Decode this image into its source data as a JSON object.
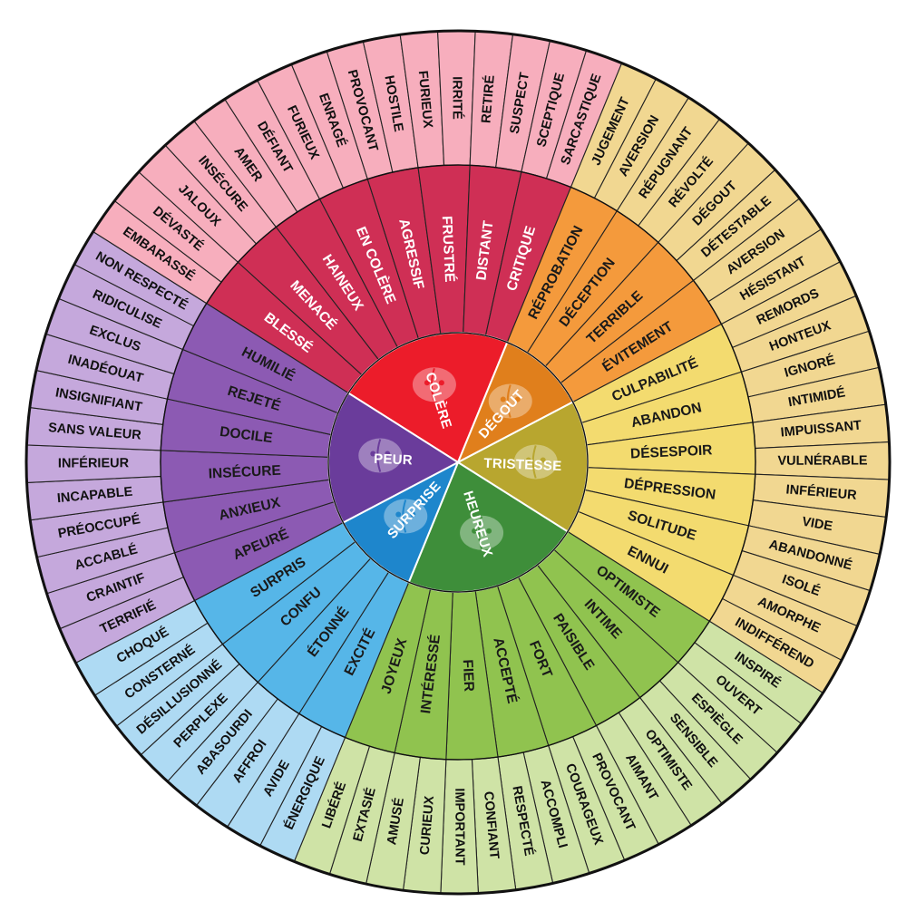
{
  "emotions": [
    {
      "name": "COLÈRE",
      "icon": "angry-brain-icon",
      "colors": {
        "core": "#ec1c2a",
        "mid": "#cf2f55",
        "outer": "#f7aebd",
        "mid_text": "#ffffff"
      },
      "subs": [
        {
          "name": "BLESSÉ",
          "words": [
            "EMBARASSÉ",
            "DÉVASTÉ"
          ]
        },
        {
          "name": "MENACÉ",
          "words": [
            "JALOUX",
            "INSÉCURE"
          ]
        },
        {
          "name": "HAINEUX",
          "words": [
            "AMER",
            "DÉFIANT"
          ]
        },
        {
          "name": "EN COLÈRE",
          "words": [
            "FURIEUX",
            "ENRAGÉ"
          ]
        },
        {
          "name": "AGRESSIF",
          "words": [
            "PROVOCANT",
            "HOSTILE"
          ]
        },
        {
          "name": "FRUSTRÉ",
          "words": [
            "FURIEUX",
            "IRRITÉ"
          ]
        },
        {
          "name": "DISTANT",
          "words": [
            "RETIRÉ",
            "SUSPECT"
          ]
        },
        {
          "name": "CRITIQUE",
          "words": [
            "SCEPTIQUE",
            "SARCASTIQUE"
          ]
        }
      ]
    },
    {
      "name": "DÉGOUT",
      "icon": "disgusted-brain-icon",
      "colors": {
        "core": "#e07f1c",
        "mid": "#f49a3c",
        "outer": "#f1d791",
        "mid_text": "#111111"
      },
      "subs": [
        {
          "name": "RÉPROBATION",
          "words": [
            "JUGEMENT",
            "AVERSION"
          ]
        },
        {
          "name": "DÉCEPTION",
          "words": [
            "RÉPUGNANT",
            "RÉVOLTÉ"
          ]
        },
        {
          "name": "TERRIBLE",
          "words": [
            "DÉGOUT",
            "DÉTESTABLE"
          ]
        },
        {
          "name": "ÉVITEMENT",
          "words": [
            "AVERSION",
            "HÉSISTANT"
          ]
        }
      ]
    },
    {
      "name": "TRISTESSE",
      "icon": "sad-brain-icon",
      "colors": {
        "core": "#b8a62f",
        "mid": "#f3db6f",
        "outer": "#f1d791",
        "mid_text": "#111111"
      },
      "subs": [
        {
          "name": "CULPABILITÉ",
          "words": [
            "REMORDS",
            "HONTEUX"
          ]
        },
        {
          "name": "ABANDON",
          "words": [
            "IGNORÉ",
            "INTIMIDÉ"
          ]
        },
        {
          "name": "DÉSESPOIR",
          "words": [
            "IMPUISSANT",
            "VULNÉRABLE"
          ]
        },
        {
          "name": "DÉPRESSION",
          "words": [
            "INFÉRIEUR",
            "VIDE"
          ]
        },
        {
          "name": "SOLITUDE",
          "words": [
            "ABANDONNÉ",
            "ISOLÉ"
          ]
        },
        {
          "name": "ENNUI",
          "words": [
            "AMORPHE",
            "INDIFFÉREND"
          ]
        }
      ]
    },
    {
      "name": "HEUREUX",
      "icon": "happy-brain-icon",
      "colors": {
        "core": "#3e8e3a",
        "mid": "#90c34f",
        "outer": "#cfe3a6",
        "mid_text": "#111111"
      },
      "subs": [
        {
          "name": "OPTIMISTE",
          "words": [
            "INSPIRÉ",
            "OUVERT"
          ]
        },
        {
          "name": "INTIME",
          "words": [
            "ESPIÈGLE",
            "SENSIBLE"
          ]
        },
        {
          "name": "PAISIBLE",
          "words": [
            "OPTIMISTE",
            "AIMANT"
          ]
        },
        {
          "name": "FORT",
          "words": [
            "PROVOCANT",
            "COURAGEUX"
          ]
        },
        {
          "name": "ACCEPTÉ",
          "words": [
            "ACCOMPLI",
            "RESPECTÉ"
          ]
        },
        {
          "name": "FIER",
          "words": [
            "CONFIANT",
            "IMPORTANT"
          ]
        },
        {
          "name": "INTÉRESSÉ",
          "words": [
            "CURIEUX",
            "AMUSÉ"
          ]
        },
        {
          "name": "JOYEUX",
          "words": [
            "EXTASIÉ",
            "LIBÉRÉ"
          ]
        }
      ]
    },
    {
      "name": "SURPRISE",
      "icon": "surprised-brain-icon",
      "colors": {
        "core": "#1e86cc",
        "mid": "#56b6e8",
        "outer": "#aedaf3",
        "mid_text": "#111111"
      },
      "subs": [
        {
          "name": "EXCITÉ",
          "words": [
            "ÉNERGIQUE",
            "AVIDE"
          ]
        },
        {
          "name": "ÉTONNÉ",
          "words": [
            "AFFROI",
            "ABASOURDI"
          ]
        },
        {
          "name": "CONFU",
          "words": [
            "PERPLEXE",
            "DÉSILLUSIONNÉ"
          ]
        },
        {
          "name": "SURPRIS",
          "words": [
            "CONSTERNÉ",
            "CHOQUÉ"
          ]
        }
      ]
    },
    {
      "name": "PEUR",
      "icon": "scared-brain-icon",
      "colors": {
        "core": "#6a3c9b",
        "mid": "#8c5ab3",
        "outer": "#c5a8dc",
        "mid_text": "#111111"
      },
      "subs": [
        {
          "name": "APEURÉ",
          "words": [
            "TERRIFIÉ",
            "CRAINTIF"
          ]
        },
        {
          "name": "ANXIEUX",
          "words": [
            "ACCABLÉ",
            "PRÉOCCUPÉ"
          ]
        },
        {
          "name": "INSÉCURE",
          "words": [
            "INCAPABLE",
            "INFÉRIEUR"
          ]
        },
        {
          "name": "DOCILE",
          "words": [
            "SANS VALEUR",
            "INSIGNIFIANT"
          ]
        },
        {
          "name": "REJETÉ",
          "words": [
            "INADÉOUAT",
            "EXCLUS"
          ]
        },
        {
          "name": "HUMILIÉ",
          "words": [
            "RIDICULISE",
            "NON RESPECTÉ"
          ]
        }
      ]
    }
  ]
}
